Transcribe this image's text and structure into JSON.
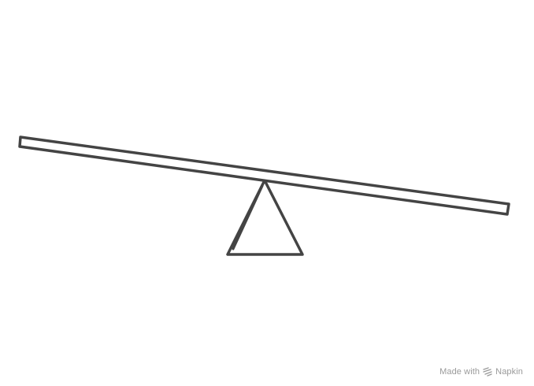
{
  "diagram": {
    "elements": [
      {
        "name": "seesaw-plank",
        "kind": "balance-beam",
        "tilt": "right-side-down"
      },
      {
        "name": "fulcrum",
        "kind": "triangle"
      }
    ],
    "colors": {
      "stroke": "#444444",
      "fill": "#ffffff",
      "background": "#ffffff"
    }
  },
  "watermark": {
    "text": "Made with",
    "brand": "Napkin",
    "icon": "napkin-logo-icon",
    "color": "#9a9a9a"
  }
}
